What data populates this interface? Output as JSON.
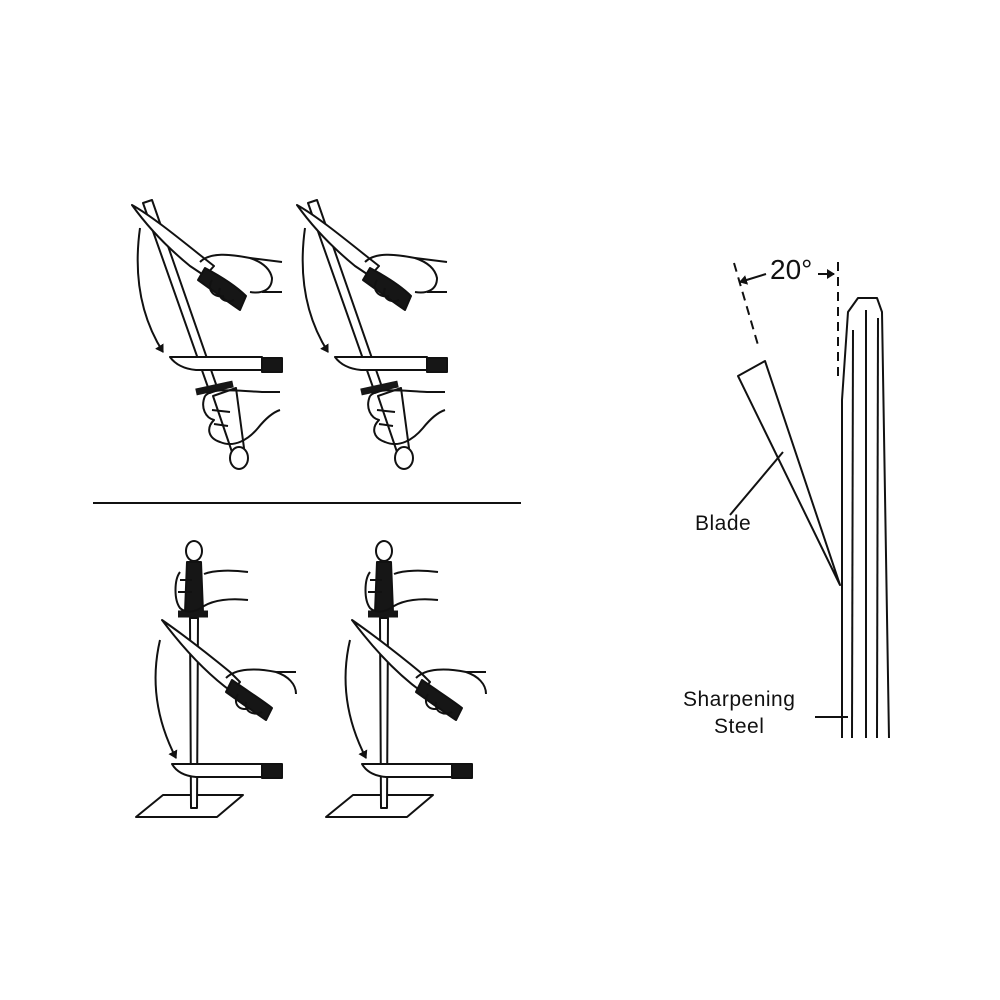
{
  "diagram": {
    "angle_label": "20°",
    "blade_label": "Blade",
    "steel_label_line1": "Sharpening",
    "steel_label_line2": "Steel"
  },
  "colors": {
    "ink": "#111111",
    "handle": "#161616",
    "background": "#ffffff"
  },
  "icons": [
    "hand-icon",
    "knife-icon",
    "sharpening-steel-icon",
    "arrow-icon"
  ]
}
